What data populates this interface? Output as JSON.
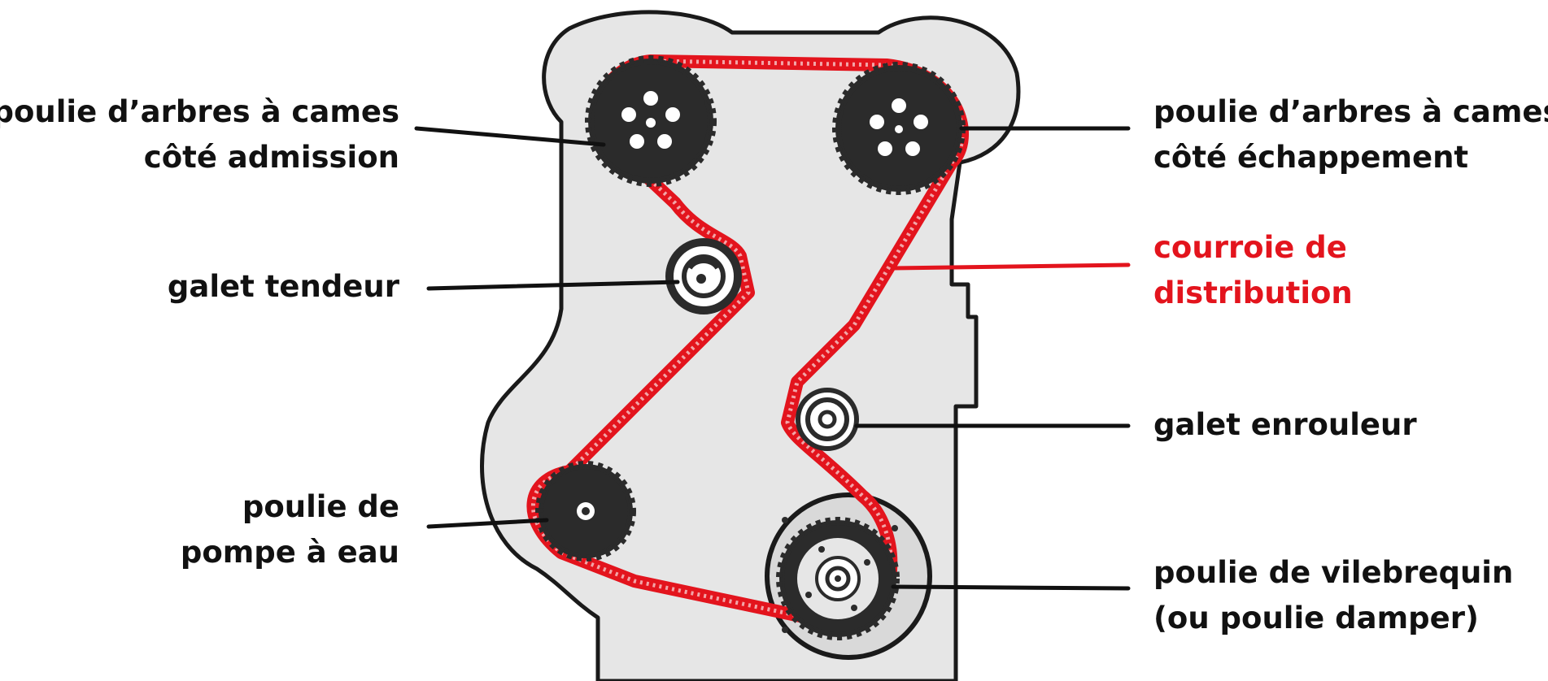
{
  "colors": {
    "belt": "#e3141d",
    "outline": "#1a1a1a",
    "block_fill": "#e6e6e6",
    "pulley": "#2b2b2b",
    "leader": "#111111"
  },
  "labels": {
    "intake_cam": [
      "poulie d’arbres à cames",
      "côté admission"
    ],
    "exhaust_cam": [
      "poulie d’arbres à cames",
      "côté échappement"
    ],
    "timing_belt": [
      "courroie de",
      "distribution"
    ],
    "tensioner": [
      "galet tendeur"
    ],
    "idler": [
      "galet enrouleur"
    ],
    "water_pump": [
      "poulie de",
      "pompe à eau"
    ],
    "crankshaft": [
      "poulie de vilebrequin",
      "(ou poulie damper)"
    ]
  }
}
